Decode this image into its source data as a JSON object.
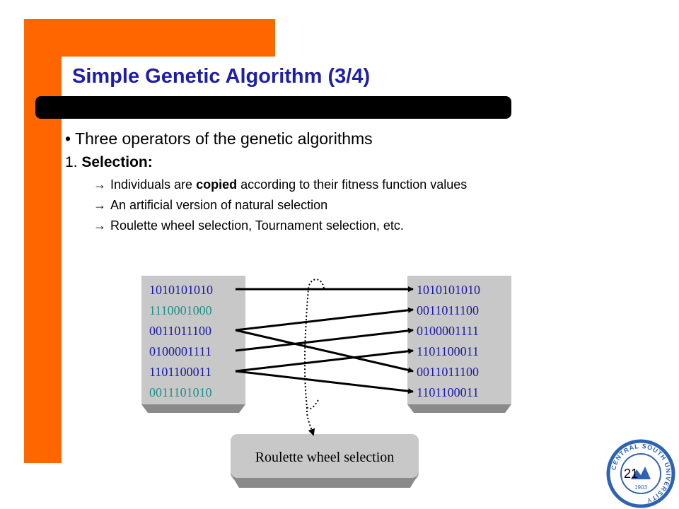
{
  "colors": {
    "accent": "#ff6600",
    "title": "#1e1ea8",
    "highlight_row": "#1d9188",
    "panel_fill": "#c8c8c8",
    "seal_blue": "#2e63b4"
  },
  "slide": {
    "title": "Simple Genetic Algorithm (3/4)",
    "bullet": "Three operators of the genetic algorithms",
    "numbered": {
      "prefix": "1. ",
      "label": "Selection:"
    },
    "points": [
      {
        "pre": "Individuals are ",
        "bold": "copied",
        "post": " according to their fitness function values"
      },
      {
        "pre": "An artificial version of natural selection",
        "bold": "",
        "post": ""
      },
      {
        "pre": "Roulette wheel selection, Tournament selection, etc.",
        "bold": "",
        "post": ""
      }
    ],
    "arrow_glyph": "→",
    "bullet_glyph": "•"
  },
  "diagram": {
    "left_population": [
      {
        "bits": "1010101010",
        "highlight": false
      },
      {
        "bits": "1110001000",
        "highlight": true
      },
      {
        "bits": "0011011100",
        "highlight": false
      },
      {
        "bits": "0100001111",
        "highlight": false
      },
      {
        "bits": "1101100011",
        "highlight": false
      },
      {
        "bits": "0011101010",
        "highlight": true
      }
    ],
    "right_population": [
      "1010101010",
      "0011011100",
      "0100001111",
      "1101100011",
      "0011011100",
      "1101100011"
    ],
    "mapping": [
      [
        0,
        0
      ],
      [
        2,
        1
      ],
      [
        2,
        4
      ],
      [
        3,
        2
      ],
      [
        4,
        3
      ],
      [
        4,
        5
      ]
    ],
    "roulette_label": "Roulette wheel selection"
  },
  "footer": {
    "page_number": "21",
    "seal_text": "CENTRAL SOUTH UNIVERSITY",
    "seal_center": "1903"
  }
}
